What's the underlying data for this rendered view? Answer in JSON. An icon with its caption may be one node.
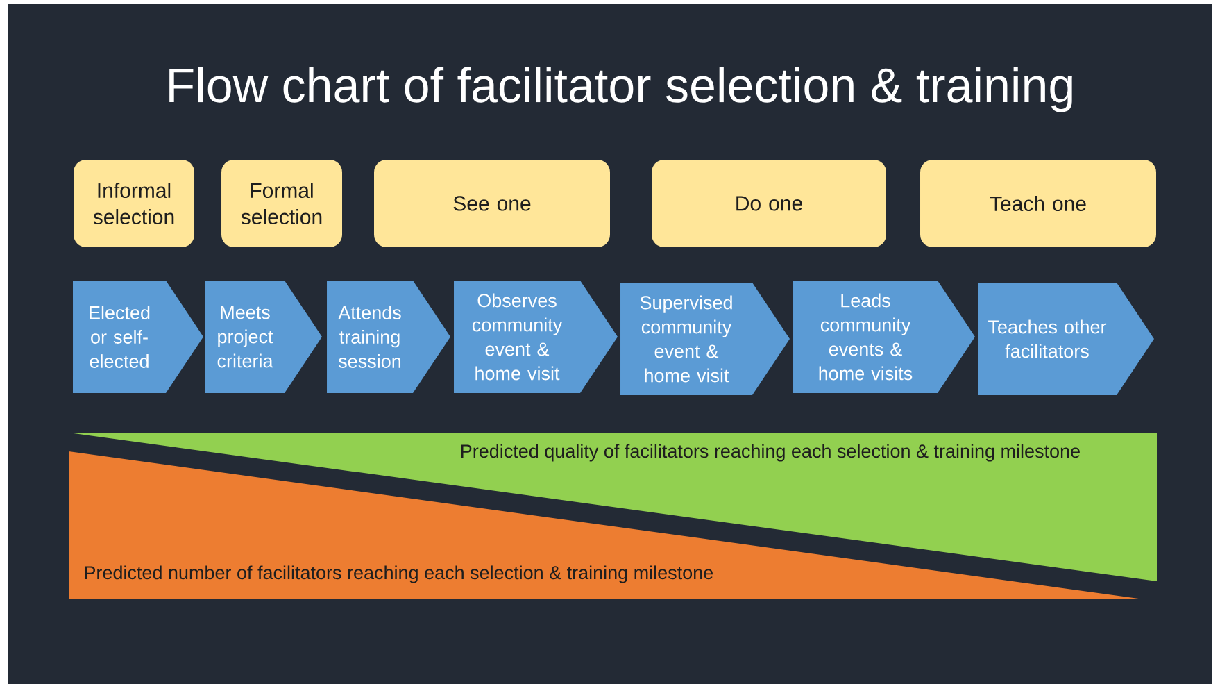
{
  "diagram": {
    "title": "Flow chart of facilitator selection & training",
    "nodes": [
      {
        "text": [
          "Informal selection"
        ]
      },
      {
        "text": [
          "Formal selection"
        ]
      },
      {
        "text": [
          "See one"
        ]
      },
      {
        "text": [
          "Do one"
        ]
      },
      {
        "text": [
          "Teach one"
        ]
      },
      {
        "text": [
          "Elected or self-elected"
        ]
      },
      {
        "text": [
          "Meets project criteria"
        ]
      },
      {
        "text": [
          "Attends training session"
        ]
      },
      {
        "text": [
          "Observes community event & home visit"
        ]
      },
      {
        "text": [
          "Supervised community event & home visit"
        ]
      },
      {
        "text": [
          "Leads community events & home visits"
        ]
      },
      {
        "text": [
          "Teaches other facilitators"
        ]
      },
      {
        "text": [
          "Predicted quality of facilitators reaching each selection & training milestone"
        ]
      },
      {
        "text": [
          "Predicted number of facilitators reaching each selection & training milestone"
        ]
      }
    ]
  }
}
